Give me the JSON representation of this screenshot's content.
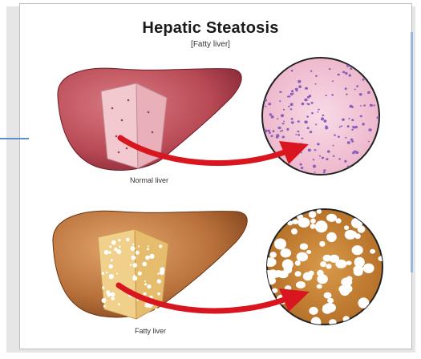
{
  "diagram": {
    "title": "Hepatic Steatosis",
    "subtitle": "[Fatty liver]",
    "normal_label": "Normal liver",
    "fatty_label": "Fatty liver"
  },
  "colors": {
    "normal_liver": "#b84a55",
    "normal_cut": "#f2c9cf",
    "normal_tissue": "#f3c6d8",
    "normal_dots": "#8a5fb8",
    "fatty_liver": "#b8703a",
    "fatty_cut": "#f0d08a",
    "fatty_tissue": "#c98a3c",
    "fat_globules": "#ffffff",
    "arrow": "#d9161f"
  }
}
